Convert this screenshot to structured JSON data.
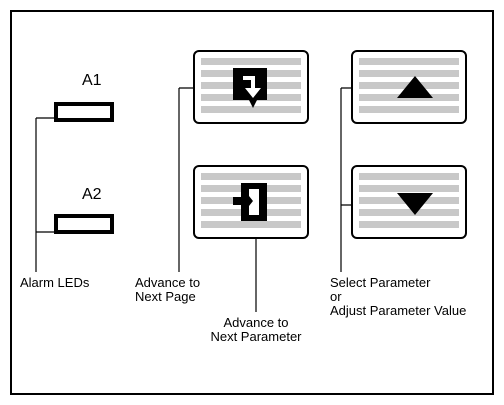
{
  "leds": [
    {
      "name": "A1"
    },
    {
      "name": "A2"
    }
  ],
  "labels": {
    "alarm_leds": "Alarm LEDs",
    "advance_next_page": [
      "Advance to",
      "Next Page"
    ],
    "advance_next_parameter": [
      "Advance to",
      "Next Parameter"
    ],
    "select_parameter": [
      "Select Parameter",
      "or",
      "Adjust Parameter Value"
    ]
  },
  "keys": [
    {
      "id": "page",
      "icon": "page-advance-icon"
    },
    {
      "id": "parameter",
      "icon": "parameter-advance-icon"
    },
    {
      "id": "up",
      "icon": "up-arrow-icon"
    },
    {
      "id": "down",
      "icon": "down-arrow-icon"
    }
  ]
}
